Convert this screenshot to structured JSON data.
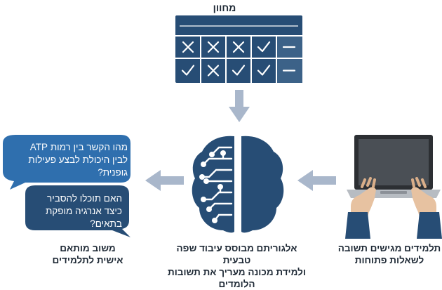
{
  "rubric": {
    "title": "מחוון",
    "rows": [
      [
        "x",
        "x",
        "x",
        "check",
        "dash"
      ],
      [
        "check",
        "x",
        "check",
        "check",
        "dash"
      ]
    ]
  },
  "bubbles": [
    {
      "lines": [
        "מהו הקשר בין רמות ATP",
        "לבין היכולת לבצע פעילות",
        "גופנית?"
      ]
    },
    {
      "lines": [
        "האם תוכלו להסביר",
        "כיצד אנרגיה מופקת",
        "בתאים?"
      ]
    }
  ],
  "captions": {
    "left": [
      "משוב מותאם",
      "אישית לתלמידים"
    ],
    "center": [
      "אלגוריתם מבוסס עיבוד שפה טבעית",
      "ולמידת מכונה מעריך את תשובות הלומדים"
    ],
    "right": [
      "תלמידים מגישים תשובה",
      "לשאלות פתוחות"
    ]
  },
  "icons": {
    "brain": "brain-circuit-icon",
    "laptop": "laptop-typing-icon",
    "arrows": "arrow-icon",
    "cell_marks": [
      "x-icon",
      "check-icon",
      "dash-icon"
    ]
  },
  "colors": {
    "navy": "#274d75",
    "table_line": "#3c6288",
    "blue_bubble": "#2f6fae",
    "arrow": "#a9b7cb",
    "caption": "#1f2a36"
  }
}
